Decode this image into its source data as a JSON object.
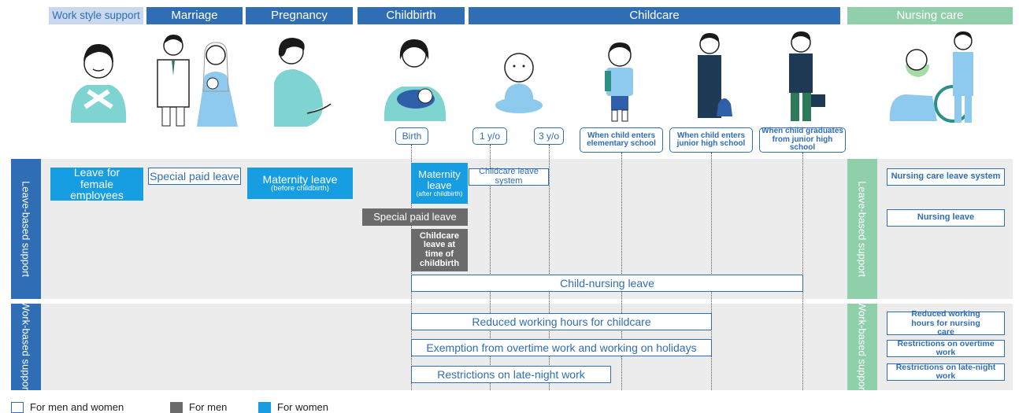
{
  "stages": {
    "work_style": "Work style support",
    "marriage": "Marriage",
    "pregnancy": "Pregnancy",
    "childbirth": "Childbirth",
    "childcare": "Childcare",
    "nursing_care": "Nursing care"
  },
  "figures": {
    "work_style": "woman-with-hands-crossed-icon",
    "marriage": "bride-and-groom-icon",
    "pregnancy": "pregnant-woman-icon",
    "childbirth": "mother-holding-baby-icon",
    "infant": "seated-baby-icon",
    "elementary": "elementary-school-child-icon",
    "junior_high": "junior-high-student-icon",
    "graduate": "high-school-student-with-bag-icon",
    "nursing": "caregiver-and-elder-in-wheelchair-icon"
  },
  "markers": {
    "birth": "Birth",
    "one": "1 y/o",
    "three": "3 y/o",
    "elementary": "When child enters elementary school",
    "junior": "When child enters junior high school",
    "graduate": "When child graduates from junior high school"
  },
  "side_labels": {
    "leave_based": "Leave-based support",
    "work_based": "Work-based support"
  },
  "leave_items": {
    "female_leave": "Leave for female employees",
    "special_paid_marriage": "Special paid leave",
    "maternity_before": "Maternity leave",
    "maternity_before_sub": "(before childbirth)",
    "maternity_after": "Maternity leave",
    "maternity_after_sub": "(after childbirth)",
    "childcare_leave_system": "Childcare leave system",
    "special_paid_men": "Special paid leave",
    "childcare_leave_men": "Childcare leave at time of childbirth",
    "child_nursing": "Child-nursing leave",
    "nursing_care_leave_system": "Nursing care leave system",
    "nursing_leave": "Nursing leave"
  },
  "work_items": {
    "reduced_childcare": "Reduced working hours for childcare",
    "exemption_overtime": "Exemption from overtime work and working on holidays",
    "late_night": "Restrictions on late-night work",
    "reduced_nursing": "Reduced working hours for nursing care",
    "overtime_restriction": "Restrictions on overtime work",
    "late_night_nursing": "Restrictions on late-night work"
  },
  "legend": {
    "both": "For men and women",
    "men": "For men",
    "women": "For women"
  },
  "colors": {
    "header_blue": "#2f6db5",
    "women_blue": "#169de2",
    "men_gray": "#6b6b6b",
    "nursing_green": "#8fcfaa",
    "panel_gray": "#ececec"
  }
}
